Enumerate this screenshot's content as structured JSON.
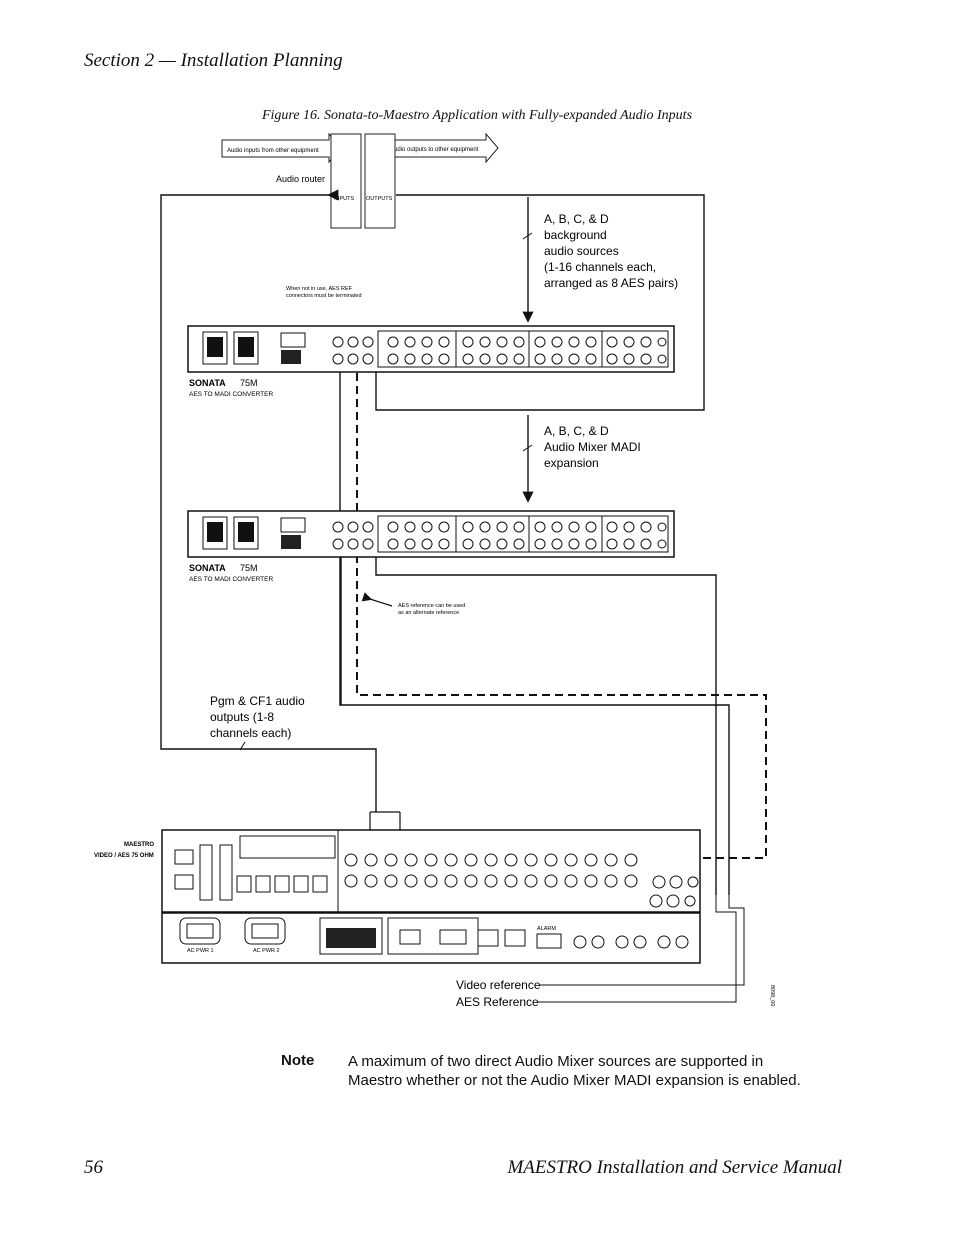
{
  "header": {
    "section": "Section 2 — Installation Planning"
  },
  "figure": {
    "caption": "Figure 16.  Sonata-to-Maestro Application with Fully-expanded Audio Inputs",
    "audio_inputs_label": "Audio inputs from other equipment",
    "audio_outputs_label": "Audio outputs to other equipment",
    "audio_router_label": "Audio router",
    "router_inputs": "INPUTS",
    "router_outputs": "OUTPUTS",
    "background_sources": [
      "A, B, C, & D",
      "background",
      "audio sources",
      "(1-16 channels each,",
      "arranged as 8 AES pairs)"
    ],
    "mixer_madi": [
      "A, B, C, & D",
      "Audio Mixer MADI",
      "expansion"
    ],
    "aes_ref_note": [
      "When not in use, AES REF",
      "connectors must be terminated"
    ],
    "aes_alt_note": [
      "AES reference can be used",
      "as an alternate reference"
    ],
    "pgm_outputs": [
      "Pgm & CF1 audio",
      "outputs (1-8",
      "channels each)"
    ],
    "sonata_brand": "SONATA",
    "sonata_model": "75M",
    "sonata_subtitle": "AES TO MADI CONVERTER",
    "maestro_label_1": "MAESTRO",
    "maestro_label_2": "VIDEO / AES 75 OHM",
    "ac_pwr_1": "AC PWR 1",
    "ac_pwr_2": "AC PWR 2",
    "alarm": "ALARM",
    "video_reference": "Video reference",
    "aes_reference": "AES Reference",
    "figure_id": "8098_00"
  },
  "note": {
    "label": "Note",
    "text": "A maximum of two direct Audio Mixer sources are supported in Maestro whether or not the Audio Mixer MADI expansion is enabled."
  },
  "footer": {
    "page_number": "56",
    "manual_title": "MAESTRO Installation and Service Manual"
  }
}
